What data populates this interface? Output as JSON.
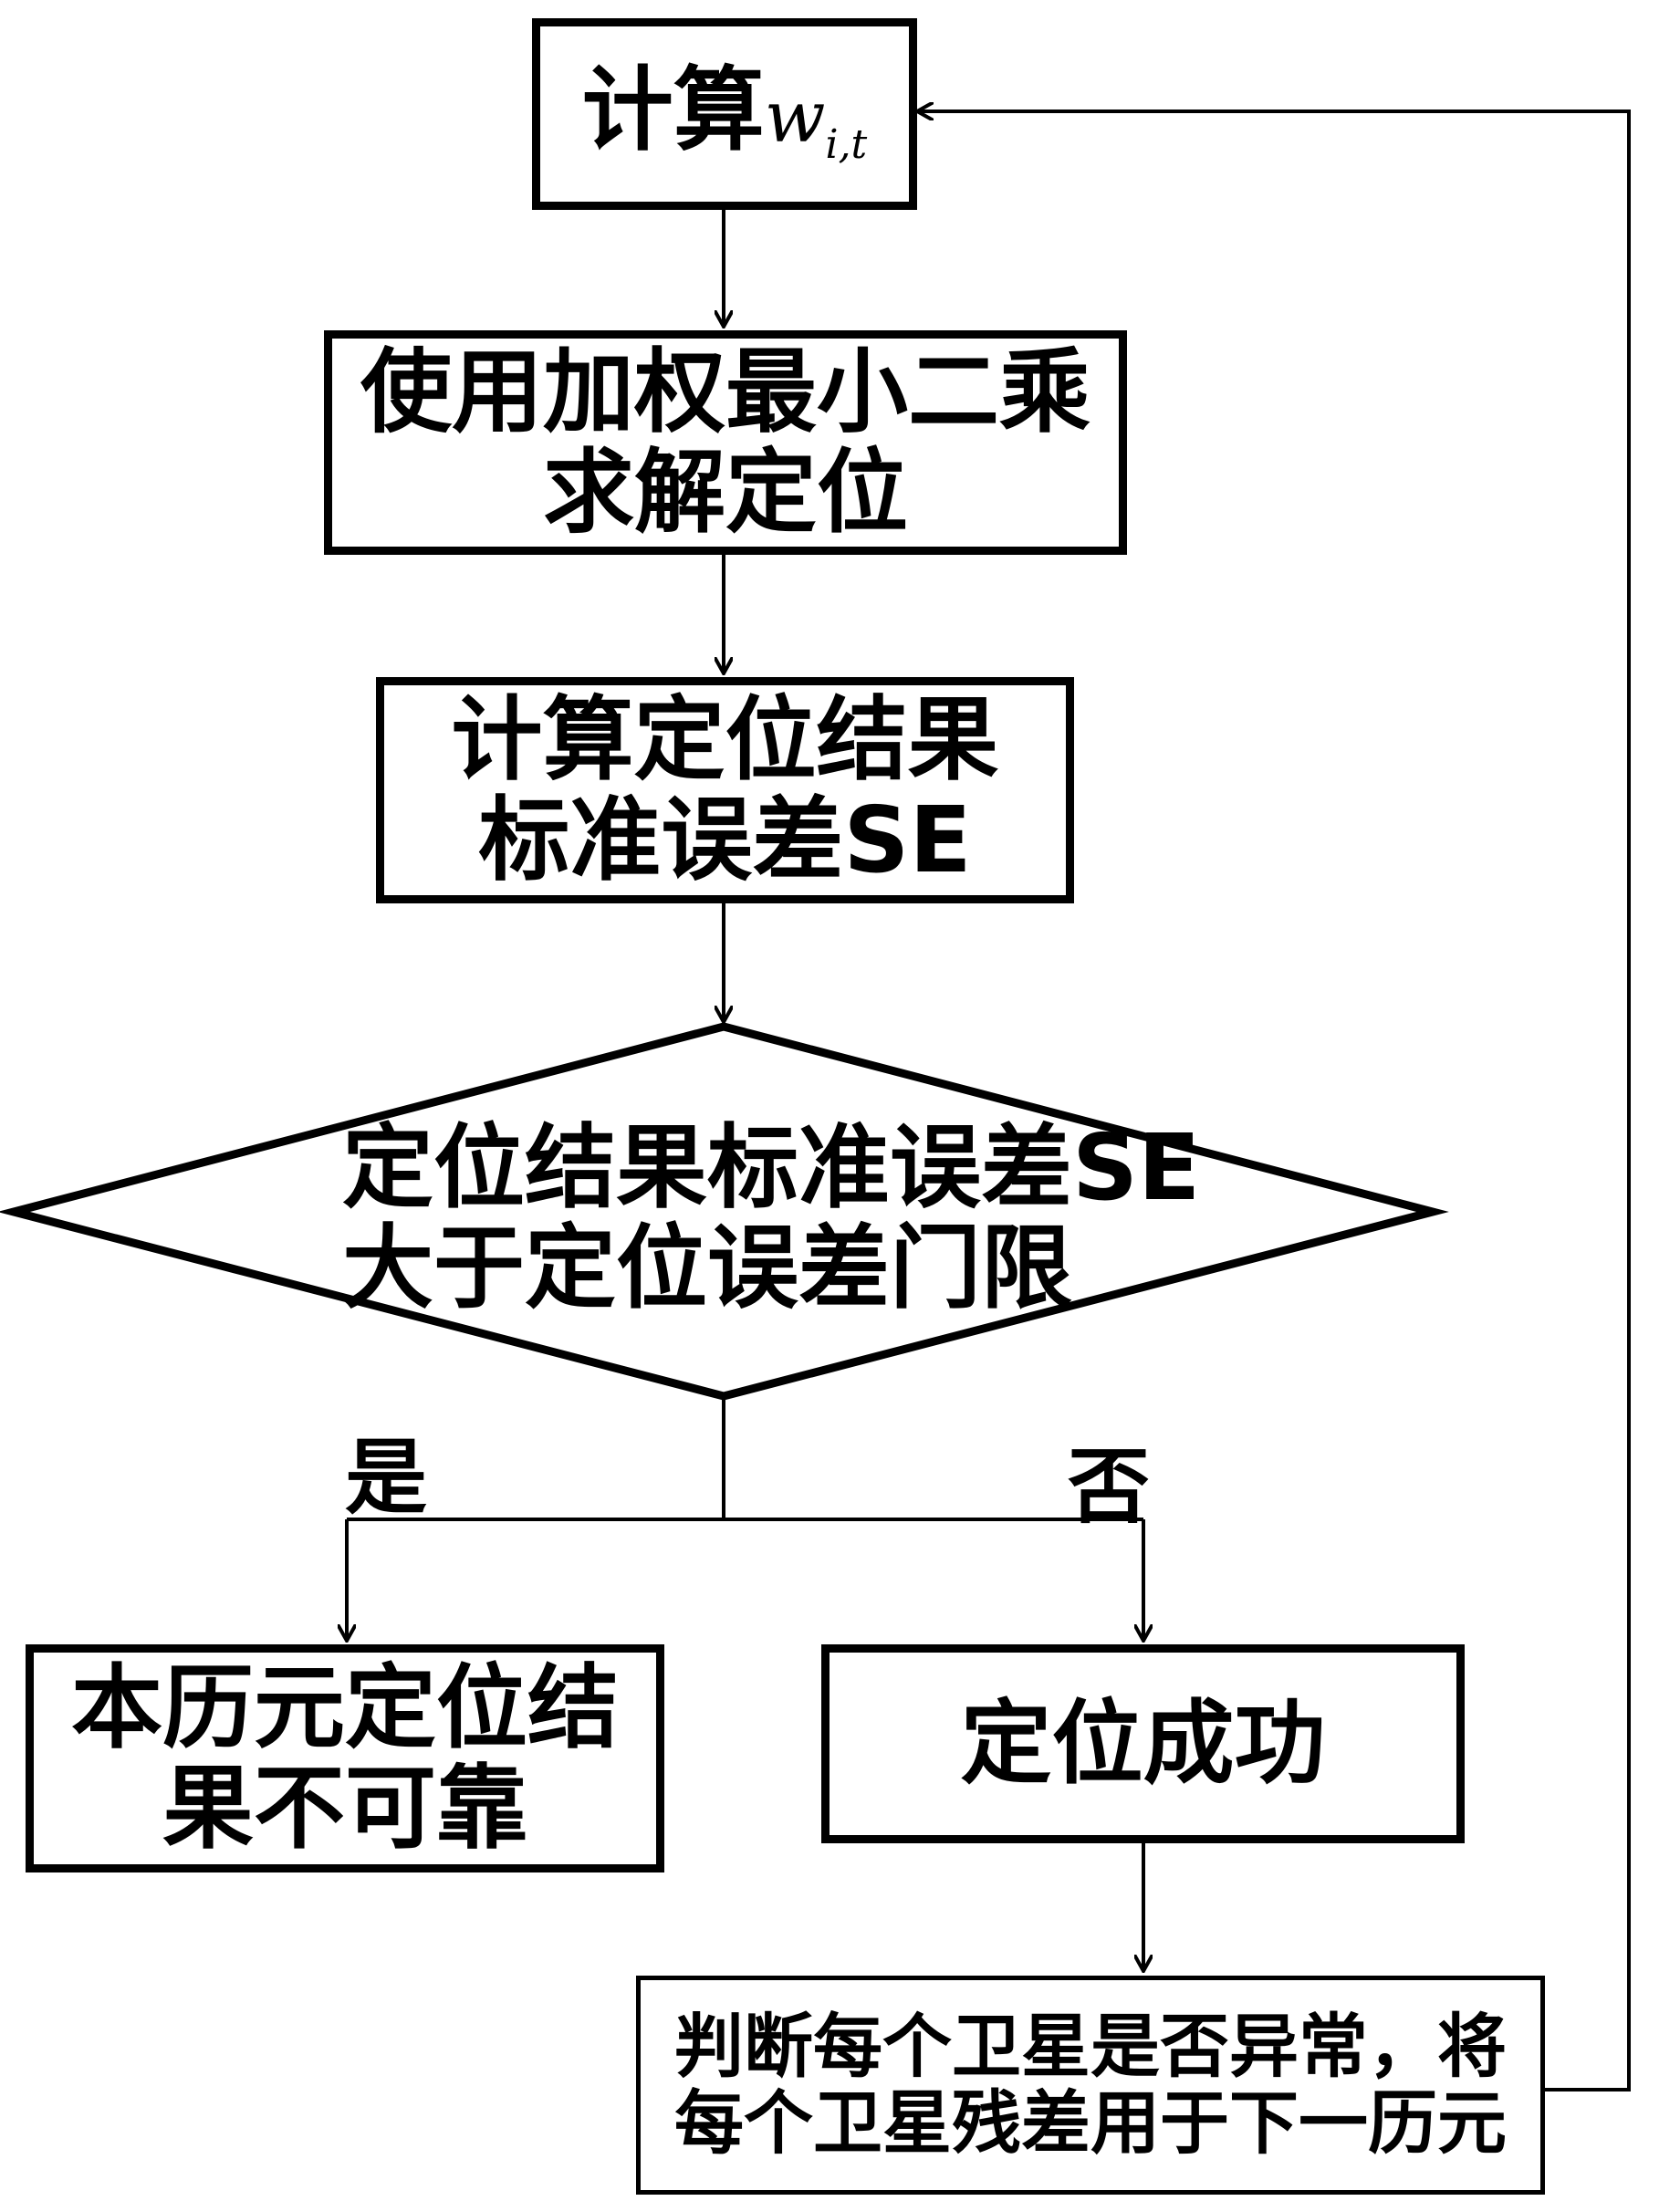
{
  "nodes": {
    "compute_w": {
      "prefix": "计算",
      "var": "w",
      "subscript": "i,t"
    },
    "weighted_ls": {
      "line1": "使用加权最小二乘",
      "line2": "求解定位"
    },
    "compute_se": {
      "line1": "计算定位结果",
      "line2": "标准误差SE"
    },
    "decision": {
      "line1": "定位结果标准误差SE",
      "line2": "大于定位误差门限"
    },
    "unreliable": {
      "line1": "本历元定位结",
      "line2": "果不可靠"
    },
    "success": {
      "line1": "定位成功"
    },
    "judge": {
      "line1": "判断每个卫星是否异常，将",
      "line2": "每个卫星残差用于下一历元"
    }
  },
  "edges": {
    "yes_label": "是",
    "no_label": "否"
  }
}
